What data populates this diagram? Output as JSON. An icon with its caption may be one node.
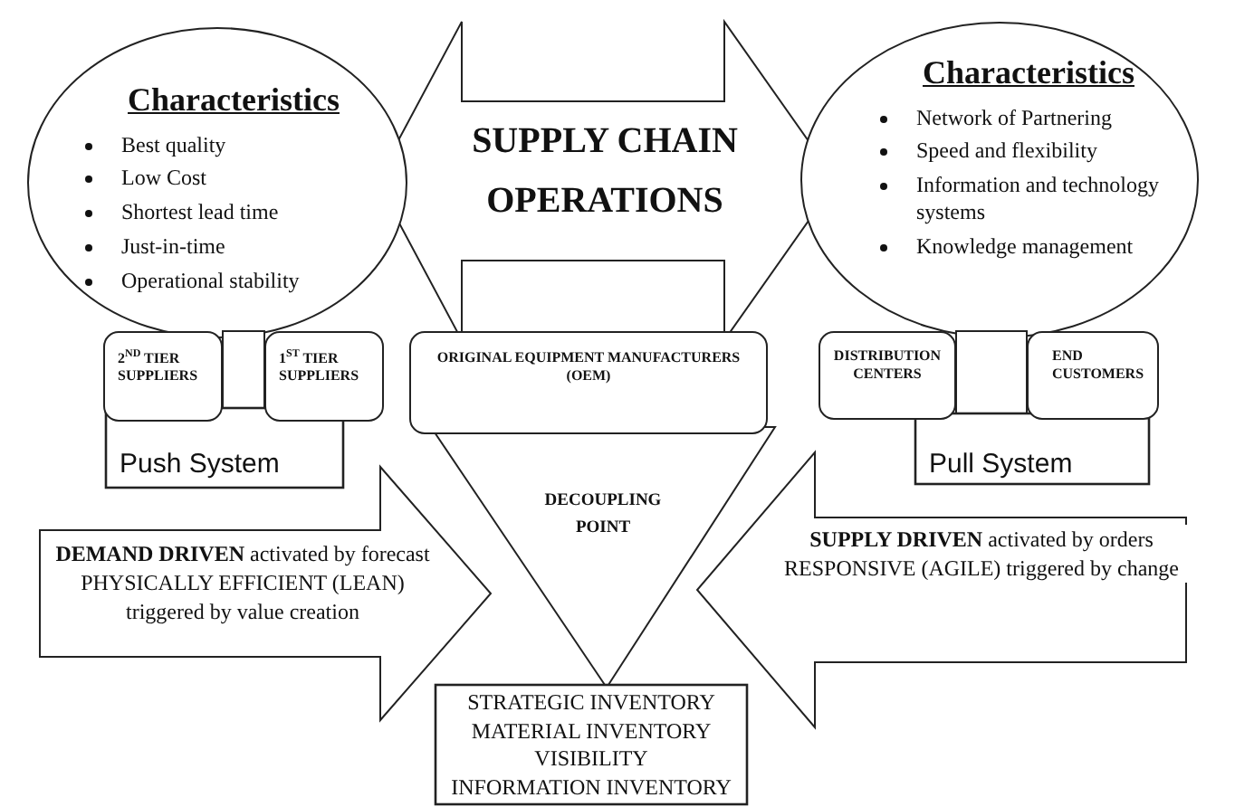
{
  "diagram": {
    "nodes": [
      {
        "text": [
          "Characteristics",
          "Best quality",
          "Low Cost",
          "Shortest lead time",
          "Just-in-time",
          "Operational stability"
        ]
      },
      {
        "text": [
          "Characteristics",
          "Network of Partnering",
          "Speed and flexibility",
          "Information and technology systems",
          "Knowledge management"
        ]
      },
      {
        "text": [
          "2$^{ND}$ TIER SUPPLIERS"
        ]
      },
      {
        "text": [
          "1$^{ST}$ TIER SUPPLIERS"
        ]
      },
      {
        "text": [
          "ORIGINAL EQUIPMENT MANUFACTURERS (OEM)"
        ]
      },
      {
        "text": [
          "DISTRIBUTION CENTERS"
        ]
      },
      {
        "text": [
          "END CUSTOMERS"
        ]
      },
      {
        "text": [
          "Push System"
        ]
      },
      {
        "text": [
          "Pull System"
        ]
      },
      {
        "text": [
          "DECOUPLING POINT"
        ]
      },
      {
        "text": [
          "STRATEGIC INVENTORY",
          "MATERIAL INVENTORY",
          "VISIBILITY",
          "INFORMATION INVENTORY"
        ]
      }
    ],
    "edges": [
      {
        "from": 0,
        "to": 1,
        "arrow": "both",
        "label": "SUPPLY CHAIN OPERATIONS"
      },
      {
        "from": 7,
        "to": 9,
        "arrow": "to",
        "label": "**DEMAND DRIVEN** activated by forecast PHYSICALLY EFFICIENT (LEAN) triggered by value creation"
      },
      {
        "from": 8,
        "to": 9,
        "arrow": "to",
        "label": "**SUPPLY DRIVEN** activated by orders RESPONSIVE (AGILE) triggered by change"
      }
    ]
  }
}
